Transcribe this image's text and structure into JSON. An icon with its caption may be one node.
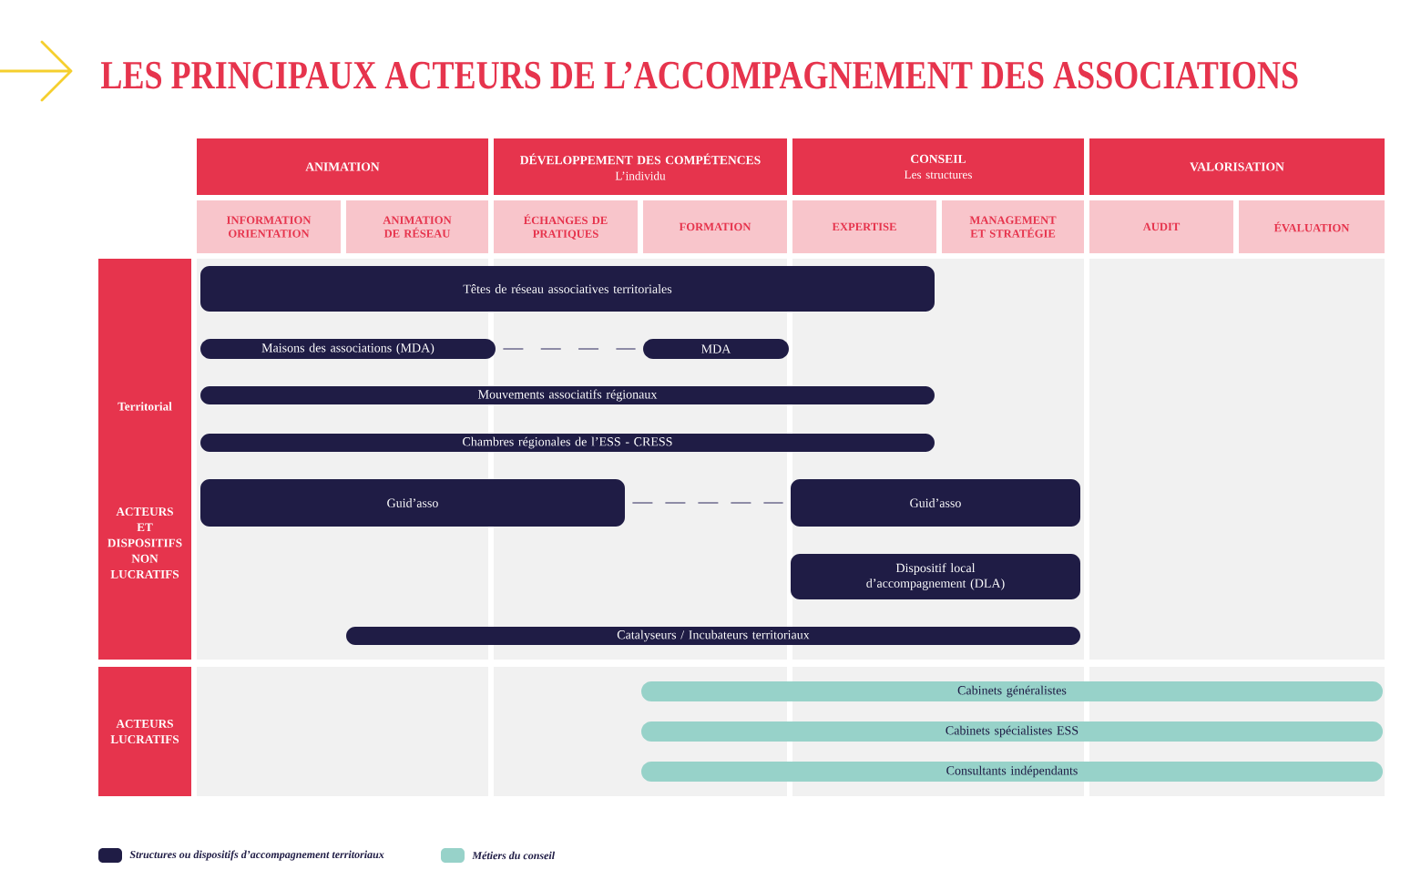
{
  "diagram": {
    "title": "LES PRINCIPAUX ACTEURS DE L’ACCOMPAGNEMENT DES ASSOCIATIONS",
    "nodes": [
      {
        "text": [
          "ANIMATION"
        ]
      },
      {
        "text": [
          "DÉVELOPPEMENT DES COMPÉTENCES",
          "L’individu"
        ]
      },
      {
        "text": [
          "CONSEIL",
          "Les structures"
        ]
      },
      {
        "text": [
          "VALORISATION"
        ]
      },
      {
        "text": [
          "INFORMATION ORIENTATION"
        ]
      },
      {
        "text": [
          "ANIMATION DE RÉSEAU"
        ]
      },
      {
        "text": [
          "ÉCHANGES DE PRATIQUES"
        ]
      },
      {
        "text": [
          "FORMATION"
        ]
      },
      {
        "text": [
          "EXPERTISE"
        ]
      },
      {
        "text": [
          "MANAGEMENT ET STRATÉGIE"
        ]
      },
      {
        "text": [
          "AUDIT"
        ]
      },
      {
        "text": [
          "ÉVALUATION"
        ]
      },
      {
        "text": [
          "Territorial",
          "ACTEURS ET DISPOSITIFS NON LUCRATIFS"
        ]
      },
      {
        "text": [
          "Têtes de réseau associatives territoriales"
        ]
      },
      {
        "text": [
          "Maisons des associations (MDA)"
        ]
      },
      {
        "text": [
          "MDA"
        ]
      },
      {
        "text": [
          "Mouvements associatifs régionaux"
        ]
      },
      {
        "text": [
          "Chambres régionales de l’ESS - CRESS"
        ]
      },
      {
        "text": [
          "Guid’asso"
        ]
      },
      {
        "text": [
          "Guid’asso"
        ]
      },
      {
        "text": [
          "Dispositif local d’accompagnement (DLA)"
        ]
      },
      {
        "text": [
          "Catalyseurs / Incubateurs territoriaux"
        ]
      },
      {
        "text": [
          "ACTEURS LUCRATIFS"
        ]
      },
      {
        "text": [
          "Cabinets généralistes"
        ]
      },
      {
        "text": [
          "Cabinets spécialistes ESS"
        ]
      },
      {
        "text": [
          "Consultants indépendants"
        ]
      }
    ],
    "edges": [
      {
        "from": 14,
        "to": 15,
        "arrow": "none",
        "style": "dashed"
      },
      {
        "from": 18,
        "to": 19,
        "arrow": "none",
        "style": "dashed"
      }
    ],
    "legend": [
      {
        "text": "Structures ou dispositifs d’accompagnement territoriaux",
        "color": "#1f1c45"
      },
      {
        "text": "Métiers du conseil",
        "color": "#97d2c9"
      }
    ]
  }
}
